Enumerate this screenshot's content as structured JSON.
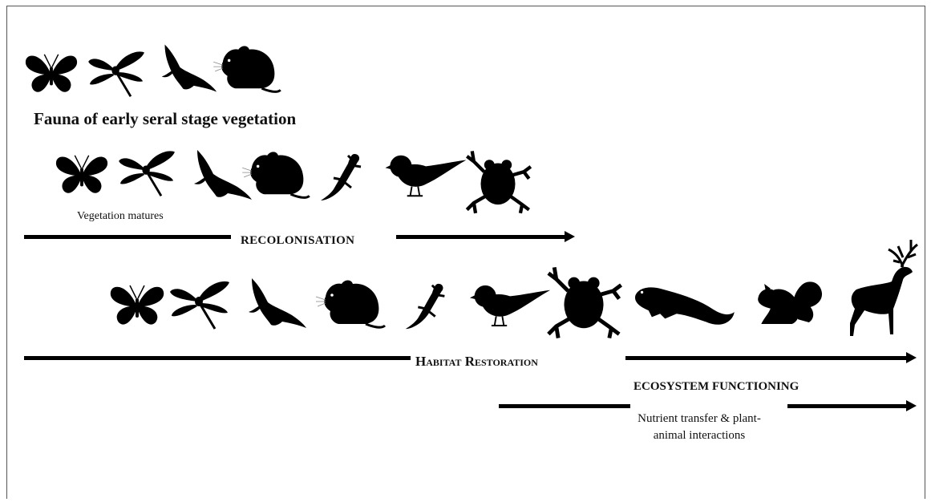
{
  "header": {
    "title": "Fauna of early seral stage vegetation"
  },
  "stage1": {
    "caption": "Vegetation matures",
    "label": "RECOLONISATION"
  },
  "stage2": {
    "label": "Habitat Restoration"
  },
  "stage3": {
    "title": "ECOSYSTEM FUNCTIONING",
    "subtitle": "Nutrient transfer & plant-animal interactions"
  },
  "icons": {
    "row1": [
      "butterfly-icon",
      "dragonfly-icon",
      "bird-of-prey-icon",
      "mouse-icon"
    ],
    "row2": [
      "butterfly-icon",
      "dragonfly-icon",
      "bird-of-prey-icon",
      "mouse-icon",
      "lizard-icon",
      "songbird-icon",
      "frog-icon"
    ],
    "row3": [
      "butterfly-icon",
      "dragonfly-icon",
      "bird-of-prey-icon",
      "mouse-icon",
      "lizard-icon",
      "songbird-icon",
      "frog-icon",
      "otter-icon",
      "squirrel-icon",
      "deer-icon"
    ]
  },
  "colors": {
    "ink": "#000000",
    "frame": "#555555",
    "background": "#ffffff"
  }
}
